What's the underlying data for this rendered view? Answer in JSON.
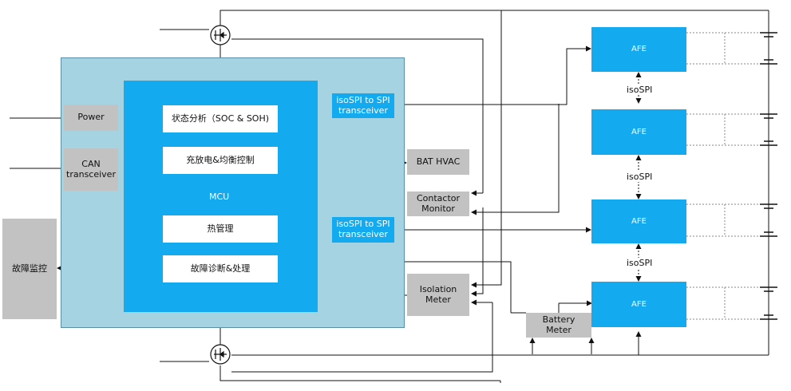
{
  "mcu": {
    "label": "MCU",
    "blocks": {
      "state": "状态分析（SOC & SOH)",
      "charge": "充放电&均衡控制",
      "thermal": "热管理",
      "fault": "故障诊断&处理"
    }
  },
  "left": {
    "power": "Power",
    "can": "CAN\ntransceiver",
    "fault_monitor": "故障监控"
  },
  "middle": {
    "isospi_top": "isoSPI to SPI\ntransceiver",
    "isospi_bottom": "isoSPI to SPI\ntransceiver",
    "bat_hvac": "BAT HVAC",
    "contactor": "Contactor\nMonitor",
    "isolation": "Isolation\nMeter",
    "battery_meter": "Battery\nMeter"
  },
  "afe": {
    "labels": [
      "AFE",
      "AFE",
      "AFE",
      "AFE"
    ],
    "link_label": "isoSPI"
  },
  "colors": {
    "outer_panel": "#a6d3e2",
    "mcu_blue": "#13aaf0",
    "gray_block": "#c2c2c2",
    "wire": "#111111"
  }
}
